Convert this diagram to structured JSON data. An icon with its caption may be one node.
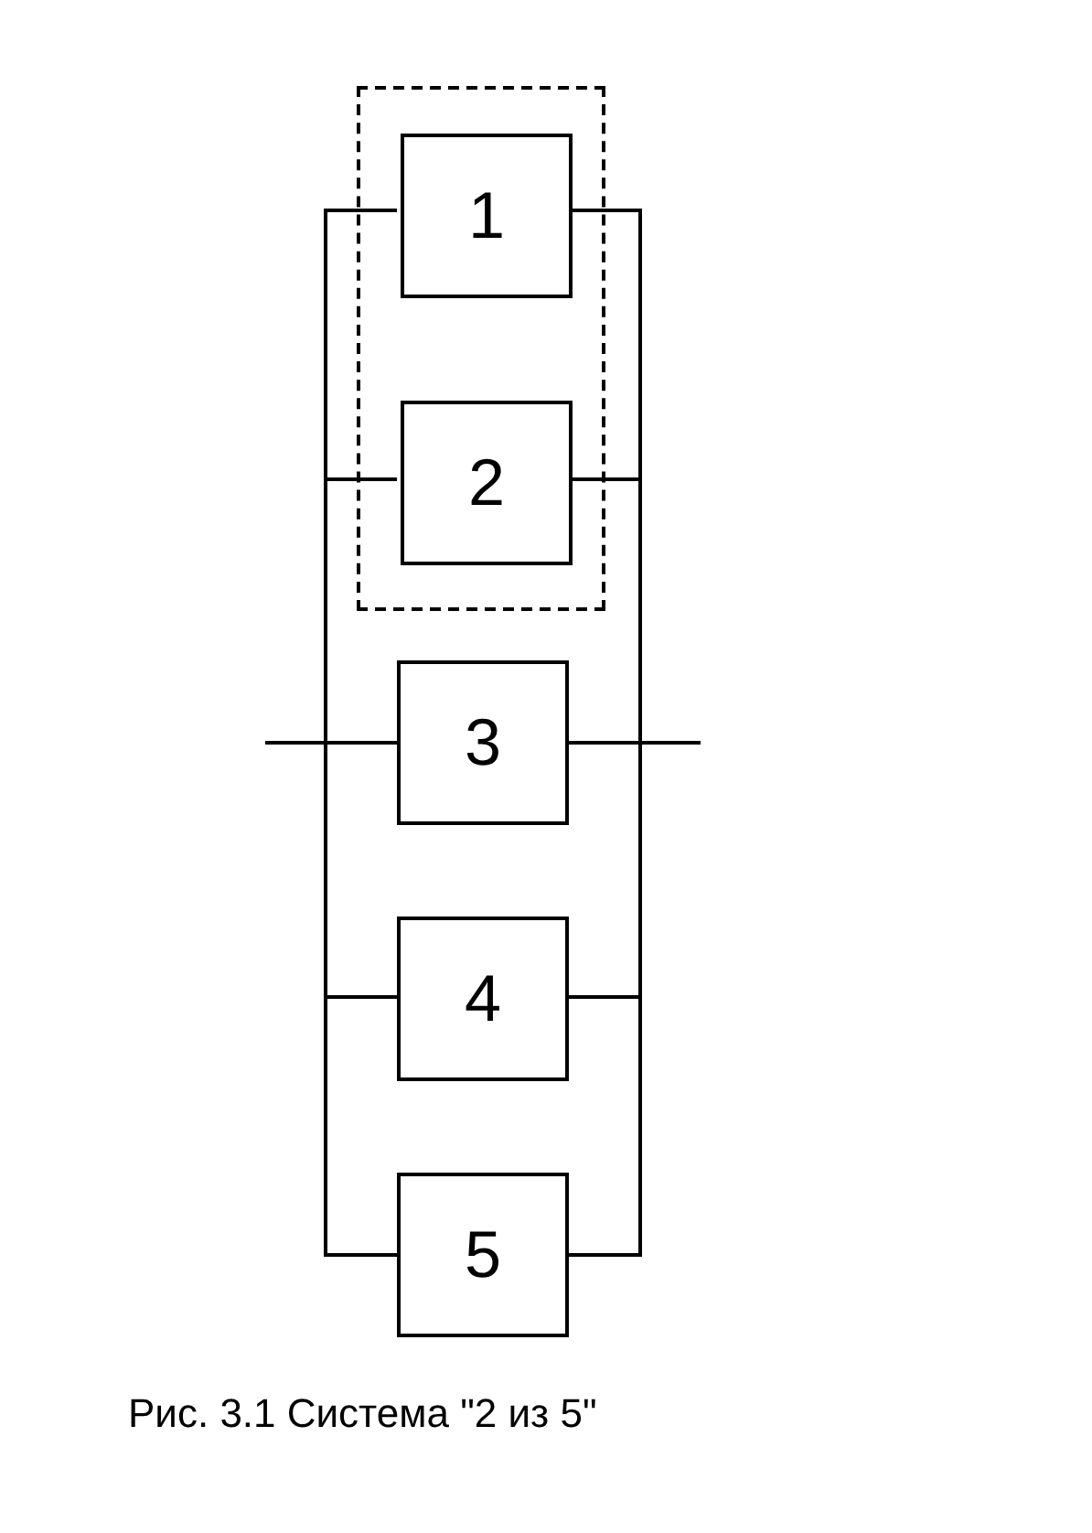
{
  "diagram": {
    "caption": "Рис. 3.1 Система \"2 из 5\"",
    "nodes": [
      {
        "text": [],
        "shape": "box"
      },
      {
        "text": [
          "1"
        ],
        "in": 0
      },
      {
        "text": [
          "2"
        ],
        "in": 0
      },
      {
        "text": [
          "3"
        ]
      },
      {
        "text": [
          "4"
        ]
      },
      {
        "text": [
          "5"
        ]
      },
      {
        "text": [],
        "shape": "bar"
      },
      {
        "text": [],
        "shape": "bar"
      }
    ],
    "edges": [
      {
        "from": null,
        "to": 6,
        "arrow": "none"
      },
      {
        "from": 6,
        "to": 1,
        "arrow": "none"
      },
      {
        "from": 6,
        "to": 2,
        "arrow": "none"
      },
      {
        "from": 6,
        "to": 3,
        "arrow": "none"
      },
      {
        "from": 6,
        "to": 4,
        "arrow": "none"
      },
      {
        "from": 6,
        "to": 5,
        "arrow": "none"
      },
      {
        "from": 1,
        "to": 7,
        "arrow": "none"
      },
      {
        "from": 2,
        "to": 7,
        "arrow": "none"
      },
      {
        "from": 3,
        "to": 7,
        "arrow": "none"
      },
      {
        "from": 4,
        "to": 7,
        "arrow": "none"
      },
      {
        "from": 5,
        "to": 7,
        "arrow": "none"
      },
      {
        "from": 7,
        "to": null,
        "arrow": "none"
      }
    ]
  }
}
